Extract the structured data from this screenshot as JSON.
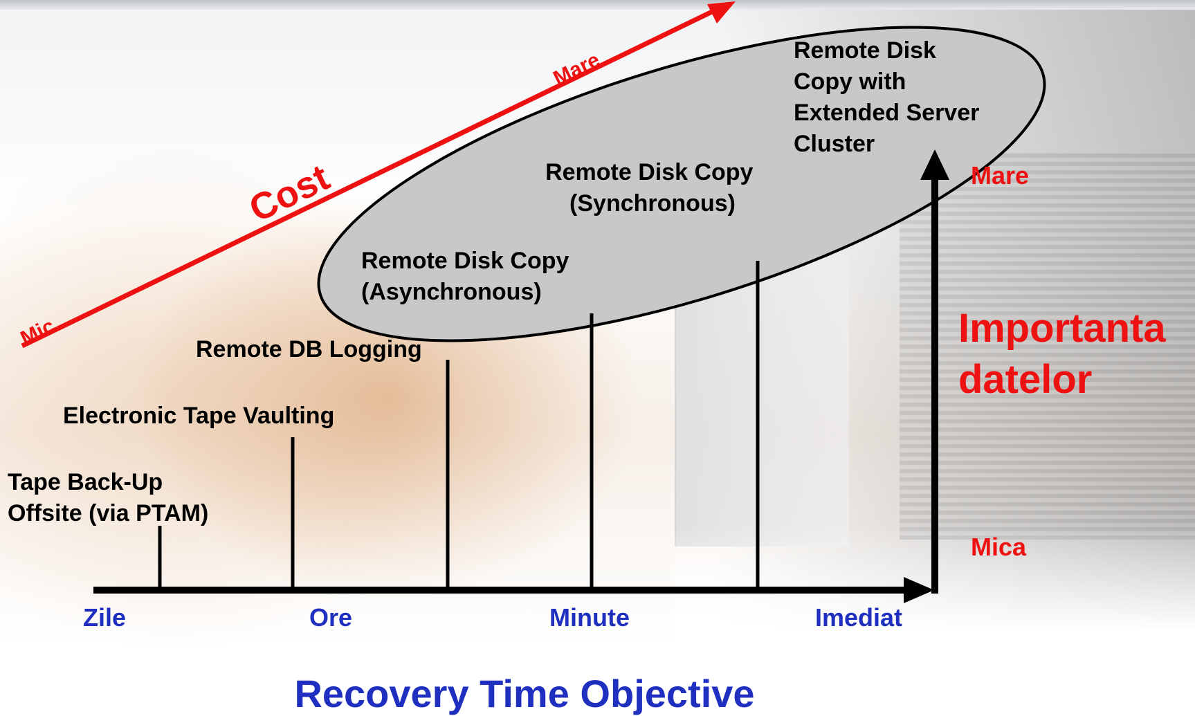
{
  "title": "Recovery Time Objective",
  "x_axis": {
    "ticks": [
      "Zile",
      "Ore",
      "Minute",
      "Imediat"
    ]
  },
  "y_axis": {
    "label_line1": "Importanta",
    "label_line2": "datelor",
    "high": "Mare",
    "low": "Mica"
  },
  "cost": {
    "label": "Cost",
    "low": "Mic",
    "high": "Mare"
  },
  "solutions": [
    {
      "lines": [
        "Tape Back-Up",
        "Offsite (via PTAM)"
      ]
    },
    {
      "lines": [
        "Electronic Tape Vaulting"
      ]
    },
    {
      "lines": [
        "Remote DB Logging"
      ]
    },
    {
      "lines": [
        "Remote Disk Copy",
        "(Asynchronous)"
      ]
    },
    {
      "lines": [
        "Remote Disk Copy",
        "(Synchronous)"
      ]
    },
    {
      "lines": [
        "Remote Disk",
        "Copy with",
        "Extended Server",
        "Cluster"
      ]
    }
  ],
  "colors": {
    "axis": "#000000",
    "tick_text": "#1f2fc0",
    "accent_red": "#ee1111",
    "ellipse_fill": "#c8c8c8"
  }
}
